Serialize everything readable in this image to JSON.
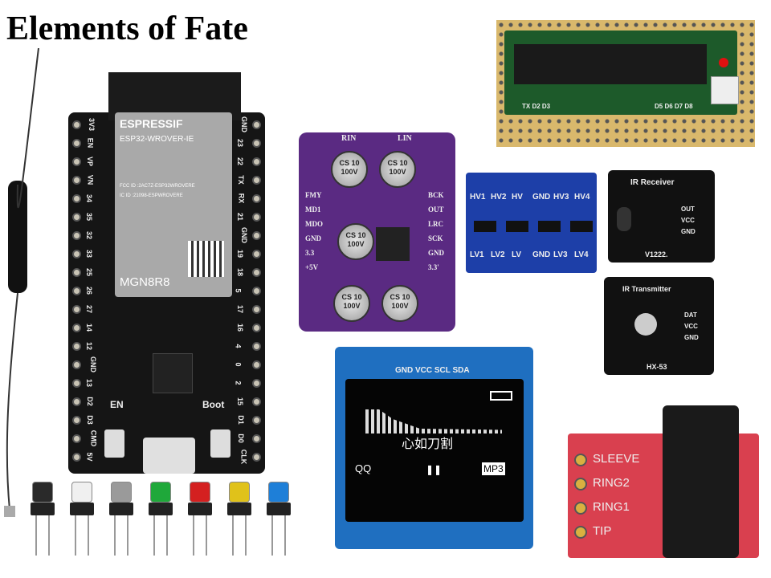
{
  "title": "Elements of Fate",
  "esp32": {
    "brand": "ESPRESSIF",
    "model": "ESP32-WROVER-IE",
    "code": "MGN8R8",
    "fcc": "FCC ID :2AC7Z-ESP32WROVERE",
    "ic": "IC ID :21098-ESPWROVERE",
    "en_label": "EN",
    "boot_label": "Boot",
    "left_pins": [
      "3V3",
      "EN",
      "VP",
      "VN",
      "34",
      "35",
      "32",
      "33",
      "25",
      "26",
      "27",
      "14",
      "12",
      "GND",
      "13",
      "D2",
      "D3",
      "CMD",
      "5V"
    ],
    "right_pins": [
      "GND",
      "23",
      "22",
      "TX",
      "RX",
      "21",
      "GND",
      "19",
      "18",
      "5",
      "17",
      "16",
      "4",
      "0",
      "2",
      "15",
      "D1",
      "D0",
      "CLK"
    ]
  },
  "buttons": [
    {
      "color": "#2a2a2a"
    },
    {
      "color": "#f0f0f0"
    },
    {
      "color": "#9a9a9a"
    },
    {
      "color": "#1fa83a"
    },
    {
      "color": "#d42020"
    },
    {
      "color": "#e0c21a"
    },
    {
      "color": "#1e7fd8"
    }
  ],
  "audio_board": {
    "top": [
      "RIN",
      "LIN"
    ],
    "left": [
      "FMY",
      "MD1",
      "MDO",
      "GND",
      "3.3",
      "+5V"
    ],
    "right": [
      "BCK",
      "OUT",
      "LRC",
      "SCK",
      "GND",
      "3.3'"
    ],
    "cap_text": "CS 10 100V"
  },
  "level_shifter": {
    "top": [
      "HV1",
      "HV2",
      "HV",
      "GND",
      "HV3",
      "HV4"
    ],
    "bottom": [
      "LV1",
      "LV2",
      "LV",
      "GND",
      "LV3",
      "LV4"
    ]
  },
  "ir_receiver": {
    "title": "IR Receiver",
    "pins": [
      "OUT",
      "VCC",
      "GND"
    ],
    "model": "V1222."
  },
  "ir_transmitter": {
    "title": "IR Transmitter",
    "pins": [
      "DAT",
      "VCC",
      "GND"
    ],
    "model": "HX-53"
  },
  "perfboard": {
    "labels": "TX D2 D3",
    "labels2": "D5 D6 D7 D8"
  },
  "oled": {
    "pins": "GND VCC SCL SDA",
    "song": "心如刀割",
    "left": "QQ",
    "right": "MP3"
  },
  "audio_jack": {
    "pins": [
      "SLEEVE",
      "RING2",
      "RING1",
      "TIP"
    ]
  }
}
